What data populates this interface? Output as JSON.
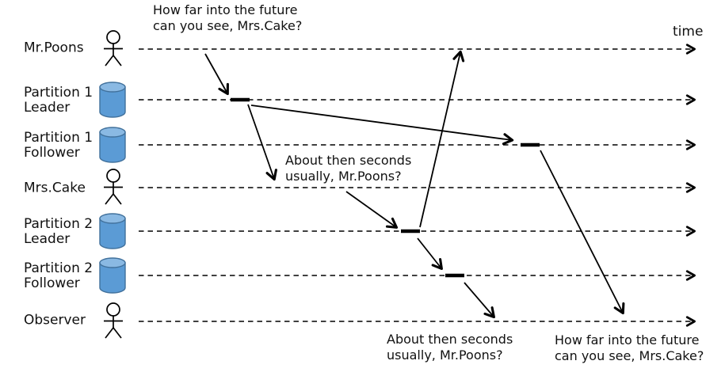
{
  "diagram": {
    "title": "distributed-log sequence diagram",
    "time_label": "time",
    "actors": [
      {
        "label": "Mr.Poons",
        "icon": "person-icon"
      },
      {
        "label": "Partition 1\nLeader",
        "icon": "database-icon"
      },
      {
        "label": "Partition 1\nFollower",
        "icon": "database-icon"
      },
      {
        "label": "Mrs.Cake",
        "icon": "person-icon"
      },
      {
        "label": "Partition 2\nLeader",
        "icon": "database-icon"
      },
      {
        "label": "Partition 2\nFollower",
        "icon": "database-icon"
      },
      {
        "label": "Observer",
        "icon": "person-icon"
      }
    ],
    "annotations": {
      "top": "How far into the future\ncan you see, Mrs.Cake?",
      "middle": "About then seconds\nusually, Mr.Poons?",
      "bottom_left": "About then seconds\nusually, Mr.Poons?",
      "bottom_right": "How far into the future\ncan you see, Mrs.Cake?"
    },
    "colors": {
      "line": "#000000",
      "text": "#111111",
      "cylinder_fill": "#5b9bd5",
      "cylinder_top": "#8ab9e3",
      "cylinder_stroke": "#41719c"
    }
  }
}
